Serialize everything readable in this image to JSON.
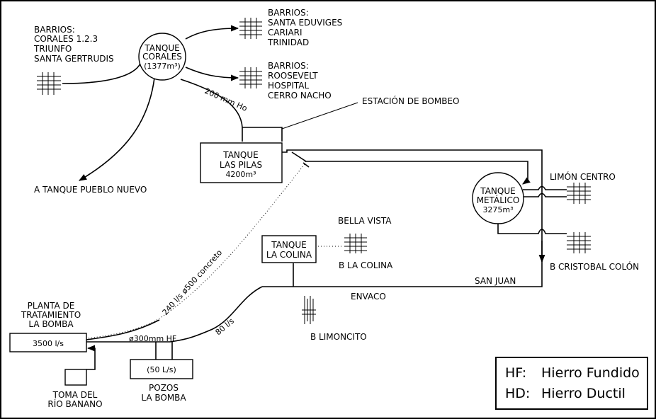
{
  "tanks": {
    "corales": {
      "name": "TANQUE",
      "name2": "CORALES",
      "capacity": "(1377m³)"
    },
    "las_pilas": {
      "name": "TANQUE",
      "name2": "LAS PILAS",
      "capacity": "4200m³"
    },
    "metalico": {
      "name": "TANQUE",
      "name2": "METÁLICO",
      "capacity": "3275m³"
    },
    "la_colina": {
      "name": "TANQUE",
      "name2": "LA COLINA"
    }
  },
  "neighborhoods": {
    "corales_group": [
      "BARRIOS:",
      "CORALES 1.2.3",
      "TRIUNFO",
      "SANTA GERTRUDIS"
    ],
    "santa_eduviges_group": [
      "BARRIOS:",
      "SANTA EDUVIGES",
      "CARIARI",
      "TRINIDAD"
    ],
    "roosevelt_group": [
      "BARRIOS:",
      "ROOSEVELT",
      "HOSPITAL",
      "CERRO NACHO"
    ],
    "limon_centro": "LIMÓN CENTRO",
    "cristobal_colon": "B  CRISTOBAL COLÓN",
    "bella_vista": "BELLA VISTA",
    "la_colina": "B  LA COLINA",
    "limoncito": "B  LIMONCITO",
    "san_juan": "SAN JUAN",
    "envaco": "ENVACO",
    "pueblo_nuevo": "A TANQUE PUEBLO NUEVO"
  },
  "facilities": {
    "estacion_bombeo": "ESTACIÓN DE BOMBEO",
    "planta": [
      "PLANTA DE",
      "TRATAMIENTO",
      "LA BOMBA"
    ],
    "planta_flow": "3500 l/s",
    "pozos_flow": "(50 L/s)",
    "pozos": [
      "POZOS",
      "LA BOMBA"
    ],
    "toma": [
      "TOMA DEL",
      "RÍO BANANO"
    ]
  },
  "pipes": {
    "p200": "200 mm Ho",
    "p500": "240 l/s   ø500 concreto",
    "p300": "ø300mm HF",
    "p80": "80 l/s"
  },
  "legend": {
    "hf_abbr": "HF:",
    "hf_text": "Hierro Fundido",
    "hd_abbr": "HD:",
    "hd_text": "Hierro Ductil"
  }
}
